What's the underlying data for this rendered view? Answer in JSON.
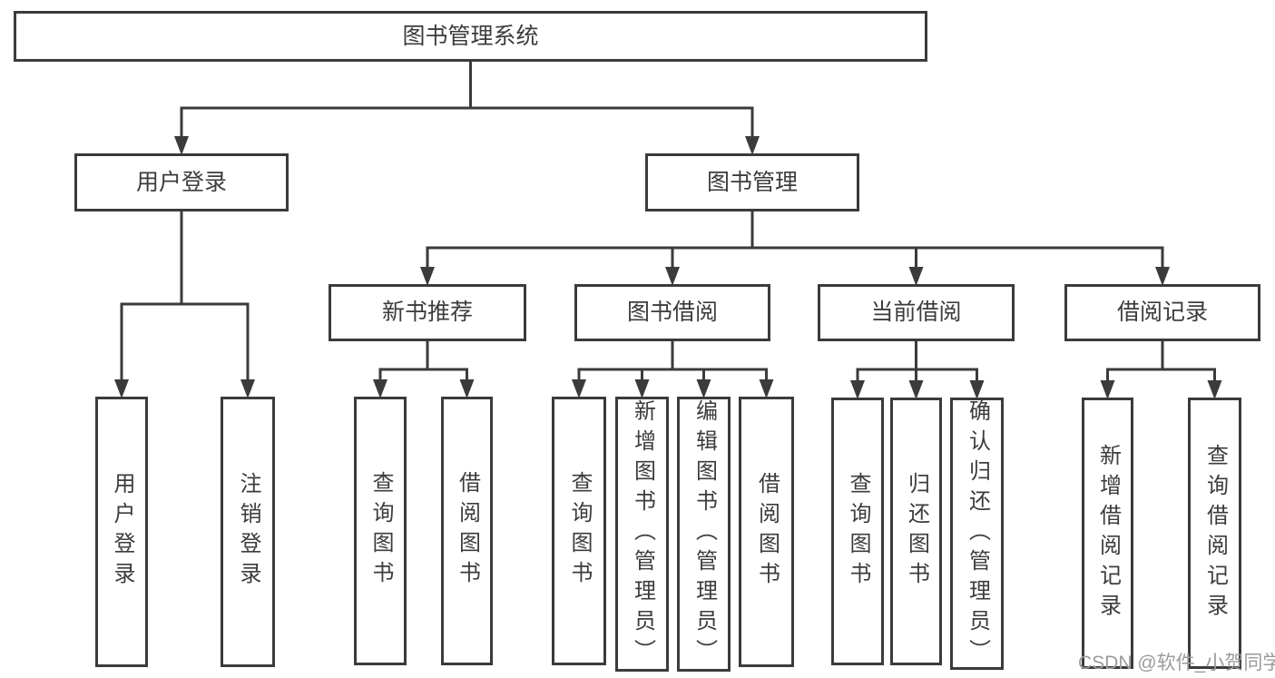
{
  "page": {
    "background": "#ffffff"
  },
  "style": {
    "line_color": "#3b3b3b",
    "box_border_color": "#3b3b3b",
    "text_color": "#3c3c3c",
    "watermark_color": "#9b9b9b"
  },
  "nodes": {
    "root": {
      "label": "图书管理系统"
    },
    "login": {
      "label": "用户登录"
    },
    "mgmt": {
      "label": "图书管理"
    },
    "newbook": {
      "label": "新书推荐"
    },
    "borrow": {
      "label": "图书借阅"
    },
    "current": {
      "label": "当前借阅"
    },
    "records": {
      "label": "借阅记录"
    },
    "user_login": {
      "label": "用户登录"
    },
    "logout": {
      "label": "注销登录"
    },
    "nb_query": {
      "label": "查询图书"
    },
    "nb_borrow": {
      "label": "借阅图书"
    },
    "bb_query": {
      "label": "查询图书"
    },
    "bb_add": {
      "label": "新增图书（管理员）"
    },
    "bb_edit": {
      "label": "编辑图书（管理员）"
    },
    "bb_borrow": {
      "label": "借阅图书"
    },
    "cur_query": {
      "label": "查询图书"
    },
    "cur_return": {
      "label": "归还图书"
    },
    "cur_confirm": {
      "label": "确认归还（管理员）"
    },
    "rec_add": {
      "label": "新增借阅记录"
    },
    "rec_query": {
      "label": "查询借阅记录"
    }
  },
  "edges": [
    {
      "parent": "root",
      "children": [
        "login",
        "mgmt"
      ]
    },
    {
      "parent": "login",
      "children": [
        "user_login",
        "logout"
      ]
    },
    {
      "parent": "mgmt",
      "children": [
        "newbook",
        "borrow",
        "current",
        "records"
      ]
    },
    {
      "parent": "newbook",
      "children": [
        "nb_query",
        "nb_borrow"
      ]
    },
    {
      "parent": "borrow",
      "children": [
        "bb_query",
        "bb_add",
        "bb_edit",
        "bb_borrow"
      ]
    },
    {
      "parent": "current",
      "children": [
        "cur_query",
        "cur_return",
        "cur_confirm"
      ]
    },
    {
      "parent": "records",
      "children": [
        "rec_add",
        "rec_query"
      ]
    }
  ],
  "watermark": {
    "text": "CSDN @软件_小贺同学"
  }
}
